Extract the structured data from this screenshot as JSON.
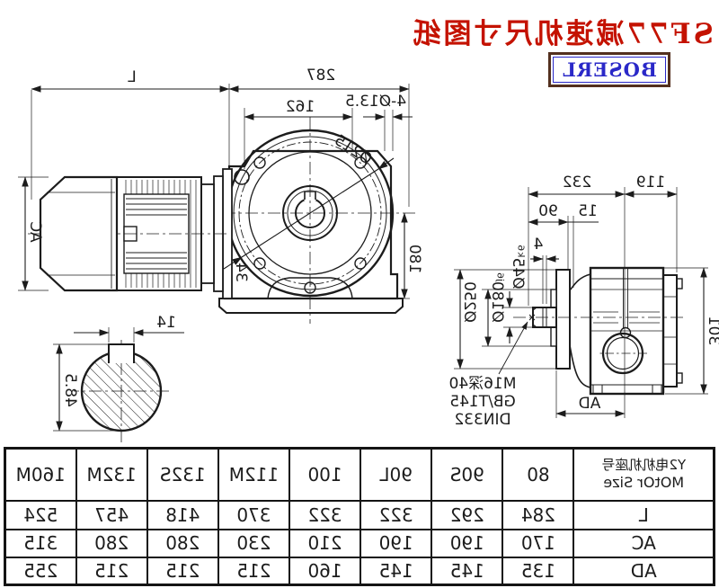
{
  "title": "SF77减速机尺寸图纸",
  "logo": "BOSERL",
  "colors": {
    "title_red": "#c41200",
    "logo_blue": "#2a28c8",
    "logo_border": "#53301e",
    "line": "#1c1c1c"
  },
  "main_view": {
    "dim_motor_length": "L",
    "dim_overall_287": "287",
    "dim_162": "162",
    "dim_bolt_holes": "4-Ø13.5",
    "dim_flange_dia": "Ø215",
    "dim_180": "180",
    "dim_motor_dia": "AC",
    "dim_34": "34"
  },
  "shaft_section": {
    "dim_key_width": "14",
    "dim_bore_key_height": "48.5"
  },
  "side_view": {
    "dim_119": "119",
    "dim_232": "232",
    "dim_90": "90",
    "dim_15": "15",
    "dim_4": "4",
    "dim_shaft_dia": "Ø45ᵏ⁶",
    "dim_spigot_dia": "Ø180ʲ⁶",
    "dim_flange_od": "Ø250",
    "tap_note_line1": "M16深40",
    "tap_note_line2": "GB/T145",
    "tap_note_line3": "DIN332",
    "dim_AD": "AD",
    "dim_301": "301"
  },
  "table": {
    "header_cn": "Y2电机机座号",
    "header_en": "MOtOr Size",
    "columns": [
      "80",
      "90S",
      "90L",
      "100",
      "112M",
      "132S",
      "132M",
      "160M"
    ],
    "rows": [
      {
        "label": "L",
        "values": [
          "284",
          "292",
          "322",
          "322",
          "370",
          "418",
          "457",
          "524"
        ]
      },
      {
        "label": "AC",
        "values": [
          "170",
          "190",
          "190",
          "210",
          "230",
          "280",
          "280",
          "315"
        ]
      },
      {
        "label": "AD",
        "values": [
          "135",
          "145",
          "145",
          "160",
          "215",
          "215",
          "215",
          "255"
        ]
      }
    ]
  }
}
